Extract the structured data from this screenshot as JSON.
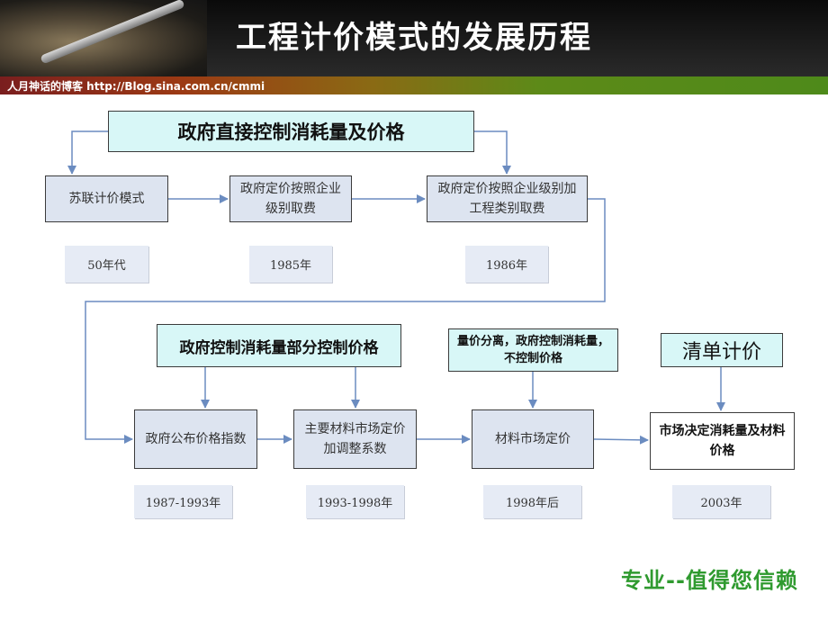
{
  "header": {
    "title": "工程计价模式的发展历程",
    "blog_text": "人月神话的博客 http://Blog.sina.com.cn/cmmi"
  },
  "top_row": {
    "source": "政府直接控制消耗量及价格",
    "steps": [
      "苏联计价模式",
      "政府定价按照企业级别取费",
      "政府定价按照企业级别加工程类别取费"
    ],
    "years": [
      "50年代",
      "1985年",
      "1986年"
    ]
  },
  "bottom_row": {
    "sources": [
      "政府控制消耗量部分控制价格",
      "量价分离，政府控制消耗量，不控制价格",
      "清单计价"
    ],
    "steps": [
      "政府公布价格指数",
      "主要材料市场定价加调整系数",
      "材料市场定价",
      "市场决定消耗量及材料价格"
    ],
    "years": [
      "1987-1993年",
      "1993-1998年",
      "1998年后",
      "2003年"
    ]
  },
  "footer": {
    "slogan": "专业--值得您信赖"
  },
  "colors": {
    "arrow": "#6b8cc0",
    "gray_box": "#dde4f0",
    "cyan_box": "#d8f7f7",
    "slogan": "#2f9a2f"
  }
}
